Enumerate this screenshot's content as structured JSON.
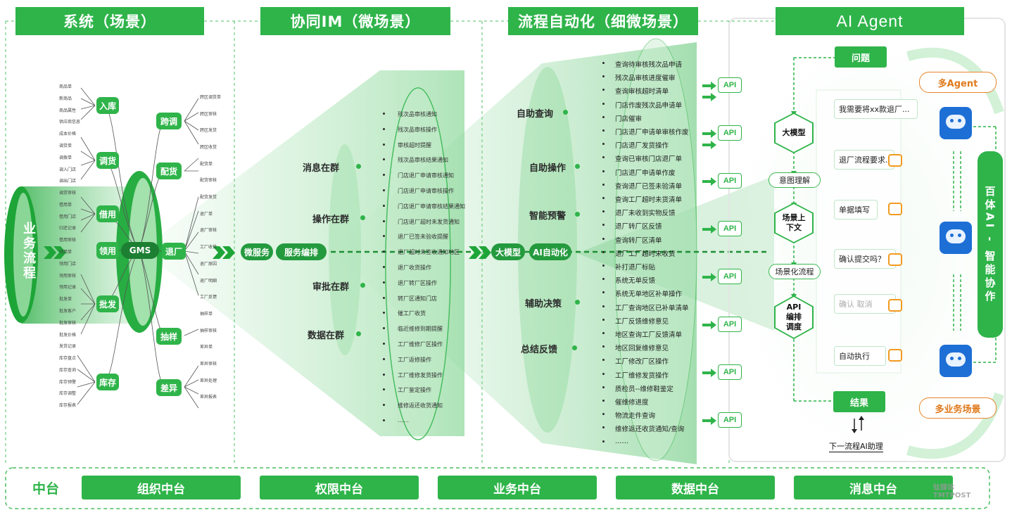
{
  "headers": {
    "h1": "系统（场景）",
    "h2": "协同IM（微场景）",
    "h3": "流程自动化（细微场景）",
    "h4": "AI Agent"
  },
  "left": {
    "main_label": "业务流程",
    "gms": "GMS",
    "nodes": {
      "ruku": "入库",
      "diaohuo": "调货",
      "jieyong": "借用",
      "lingyong": "领用",
      "pifa": "批发",
      "kucun": "库存",
      "kuadiao": "跨调",
      "peihuo": "配货",
      "tuichang": "退厂",
      "choupai": "抽样",
      "chayi": "差异"
    },
    "branch_left": [
      "商品单",
      "新商品",
      "商品属性",
      "供应商信息",
      "成本价格",
      "调货单",
      "调拨单",
      "调入门店",
      "调出门店",
      "调货审核",
      "借用单",
      "借用门店",
      "归还记录",
      "借用审核",
      "领用单",
      "领用门店",
      "领用审核",
      "领用记录",
      "批发单",
      "批发客户",
      "批发审核",
      "批发价格",
      "发货记录",
      "库存盘点",
      "库存查询",
      "库存预警",
      "库存调整",
      "库存报表"
    ],
    "branch_right": [
      "跨区调货单",
      "跨区审核",
      "跨区发货",
      "跨区收货",
      "配货单",
      "配货审核",
      "配货发货",
      "退厂单",
      "退厂审核",
      "工厂收货",
      "退厂原因",
      "退厂明细",
      "工厂反馈",
      "抽样单",
      "抽样审核",
      "差异单",
      "差异审核",
      "差异处理",
      "差异报表"
    ]
  },
  "im": {
    "micro_service": "微服务",
    "orchestration": "服务编排",
    "groups": [
      "消息在群",
      "操作在群",
      "审批在群",
      "数据在群"
    ],
    "items": [
      "残次品审核通知",
      "残次品审核操作",
      "审核超时提醒",
      "残次品审核结果通知",
      "门店退厂申请审核通知",
      "门店退厂申请审核操作",
      "门店退厂申请审核结果通知",
      "门店退厂超时未发货通知",
      "退厂已签未验收提醒",
      "退厂超时未签收通知地区",
      "退厂收货操作",
      "退厂转厂区操作",
      "转厂区通知门店",
      "催工厂收货",
      "临近维修到期提醒",
      "工厂维修厂区操作",
      "工厂返修操作",
      "工厂维修发货操作",
      "工厂鉴定操作",
      "维修返还收货通知",
      "……"
    ]
  },
  "auto": {
    "big_model": "大模型",
    "ai_auto": "AI自动化",
    "groups": [
      "自助查询",
      "自助操作",
      "智能预警",
      "辅助决策",
      "总结反馈"
    ],
    "items": [
      "查询待审核残次品申请",
      "残次品审核进度催审",
      "查询审核超时清单",
      "门店作废残次品申请单",
      "门店催审",
      "门店退厂申请单审核作废",
      "门店退厂发货操作",
      "查询已审核门店退厂单",
      "门店退厂申请单作废",
      "查询退厂已签未验清单",
      "查询工厂超时未货清单",
      "退厂未收到实物反馈",
      "退厂转厂区反馈",
      "查询转厂区清单",
      "退厂工厂超时未收货",
      "补打退厂标贴",
      "系统无单反馈",
      "系统无单地区补单操作",
      "工厂查询地区已补单清单",
      "工厂反馈维修意见",
      "地区查询工厂反馈清单",
      "地区回复维修意见",
      "工厂修改厂区操作",
      "工厂维修发货操作",
      "质检员--维修鞋鉴定",
      "催维修进度",
      "物流走件查询",
      "维修返还收货通知/查询",
      "……"
    ],
    "api": "API"
  },
  "agent": {
    "question": "问题",
    "model": "大模型",
    "intent": "意图理解",
    "context": "场景上下文",
    "flow": "场景化流程",
    "api_sched": "API编排调度",
    "result": "结果",
    "next": "下一流程AI助理",
    "multi_agent": "多Agent",
    "multi_biz": "多业务场景",
    "baiti": "百体AI - 智能协作",
    "chats": [
      "我需要将xx款退厂...",
      "退厂流程要求...",
      "单据填写",
      "确认提交吗？",
      "确认 取消",
      "自动执行"
    ]
  },
  "middle": {
    "label": "中台",
    "items": [
      "组织中台",
      "权限中台",
      "业务中台",
      "数据中台",
      "消息中台"
    ]
  },
  "watermark": "钛媒体 TMTPOST",
  "colors": {
    "green": "#2fb44a",
    "dark_green": "#249a3e",
    "orange": "#e8852a",
    "blue": "#1d6fd6"
  }
}
